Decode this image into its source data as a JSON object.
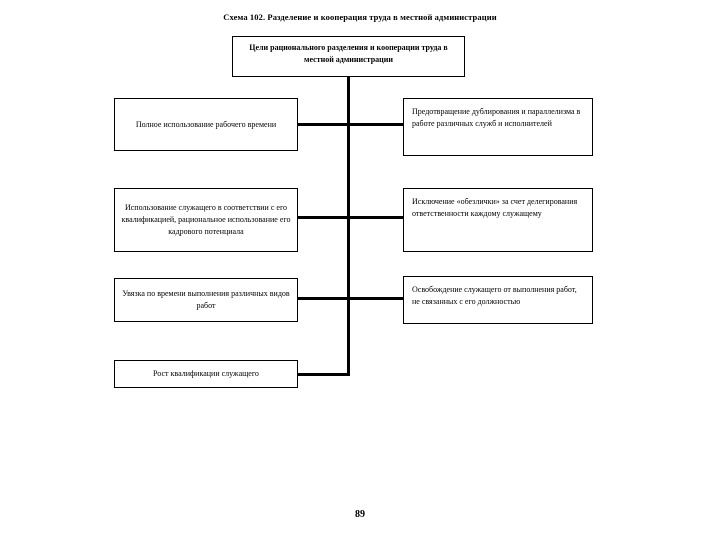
{
  "document": {
    "title": "Схема 102. Разделение и кооперация труда в местной администрации",
    "page_number": "89"
  },
  "diagram": {
    "type": "tree",
    "root": {
      "id": "node-root",
      "label": "Цели рационального разделения и кооперации труда в местной администрации"
    },
    "left_column": [
      {
        "id": "node-l1",
        "label": "Полное использование рабочего времени"
      },
      {
        "id": "node-l2",
        "label": "Использование служащего в соответствии с его квалификацией, рациональное использование его кадрового потенциала"
      },
      {
        "id": "node-l3",
        "label": "Увязка по времени выполнения различных видов работ"
      },
      {
        "id": "node-l4",
        "label": "Рост квалификации служащего"
      }
    ],
    "right_column": [
      {
        "id": "node-r1",
        "label": "Предотвращение дублирования и параллелизма в работе различных служб и исполнителей"
      },
      {
        "id": "node-r2",
        "label": "Исключение «обезлички» за счет делегирования ответственности каждому служащему"
      },
      {
        "id": "node-r3",
        "label": "Освобождение служащего от выполнения работ, не связанных с его должностью"
      }
    ],
    "colors": {
      "background": "#ffffff",
      "stroke": "#000000",
      "text": "#000000"
    }
  }
}
